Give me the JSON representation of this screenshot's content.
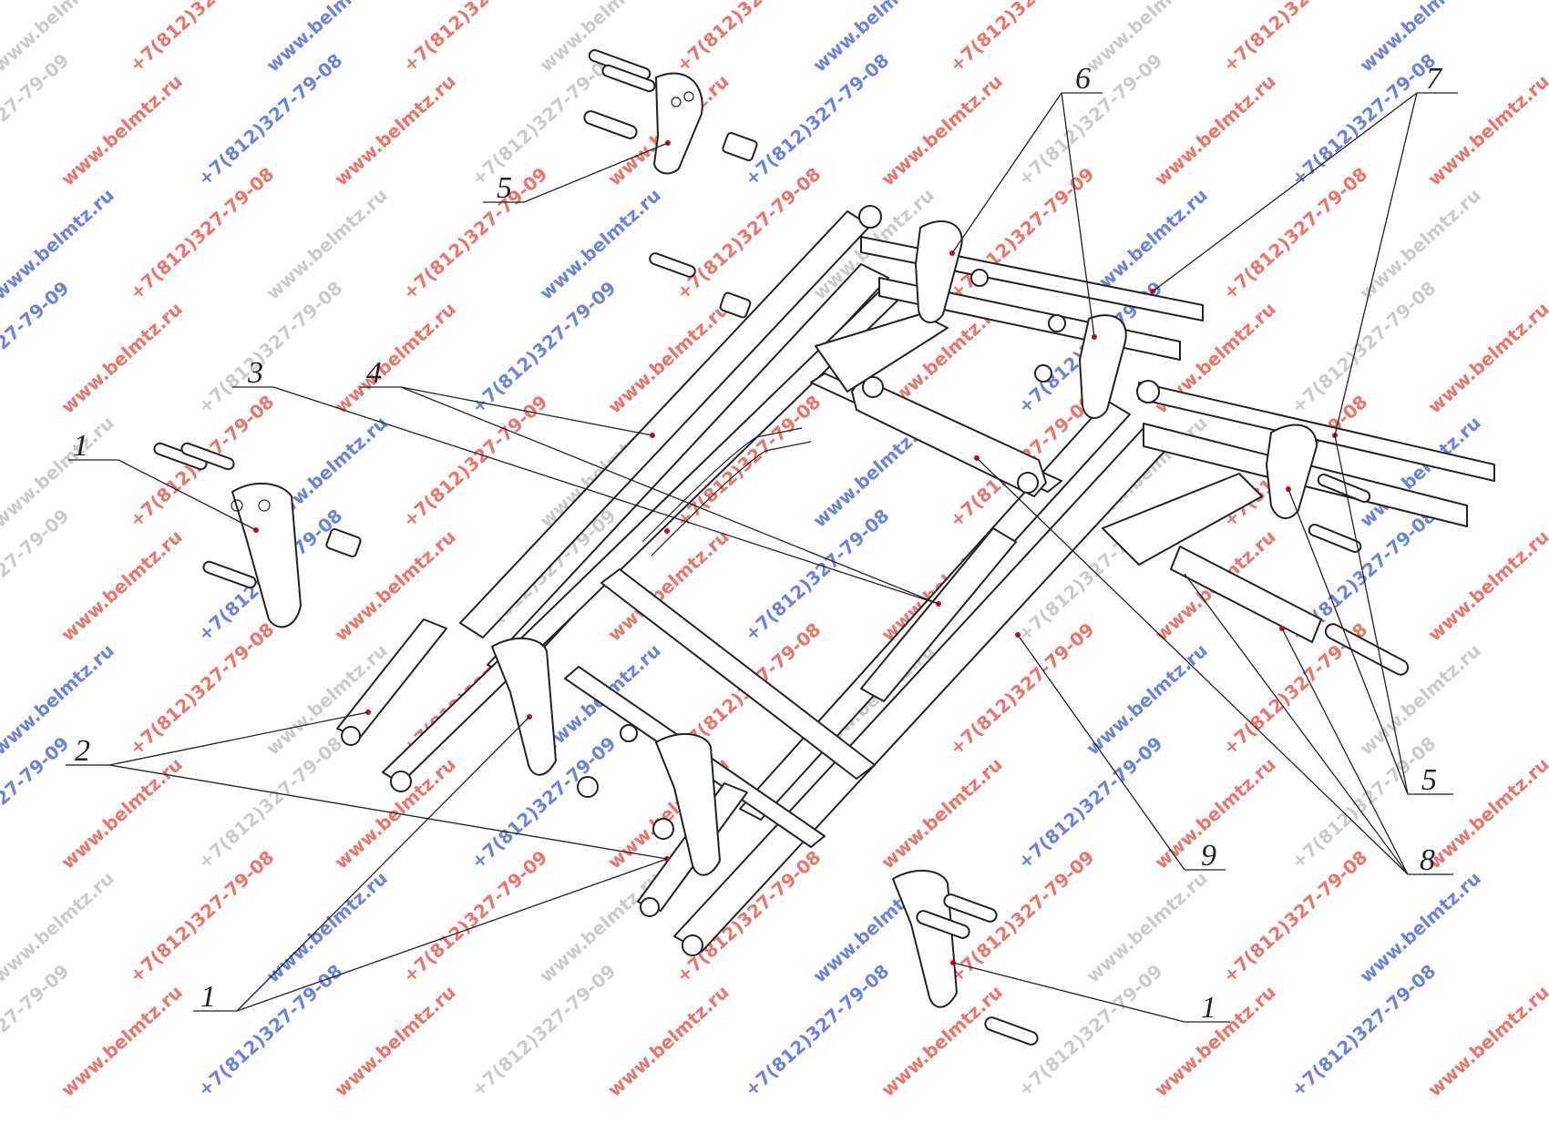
{
  "colors": {
    "watermark_red": "#e8443a",
    "watermark_blue": "#3a58d8",
    "watermark_gray": "#b9b9b9",
    "line": "#222222",
    "marker": "#e0001a"
  },
  "watermarks": {
    "site": "www.belmtz.ru",
    "phone_a": "+7(812)327-79-09",
    "phone_b": "+7(812)327-79-08"
  },
  "callouts": {
    "c1_left": "1",
    "c1_bottom": "1",
    "c1_right": "1",
    "c2": "2",
    "c3": "3",
    "c4": "4",
    "c5_top": "5",
    "c5_right": "5",
    "c6": "6",
    "c7": "7",
    "c8": "8",
    "c9": "9"
  }
}
